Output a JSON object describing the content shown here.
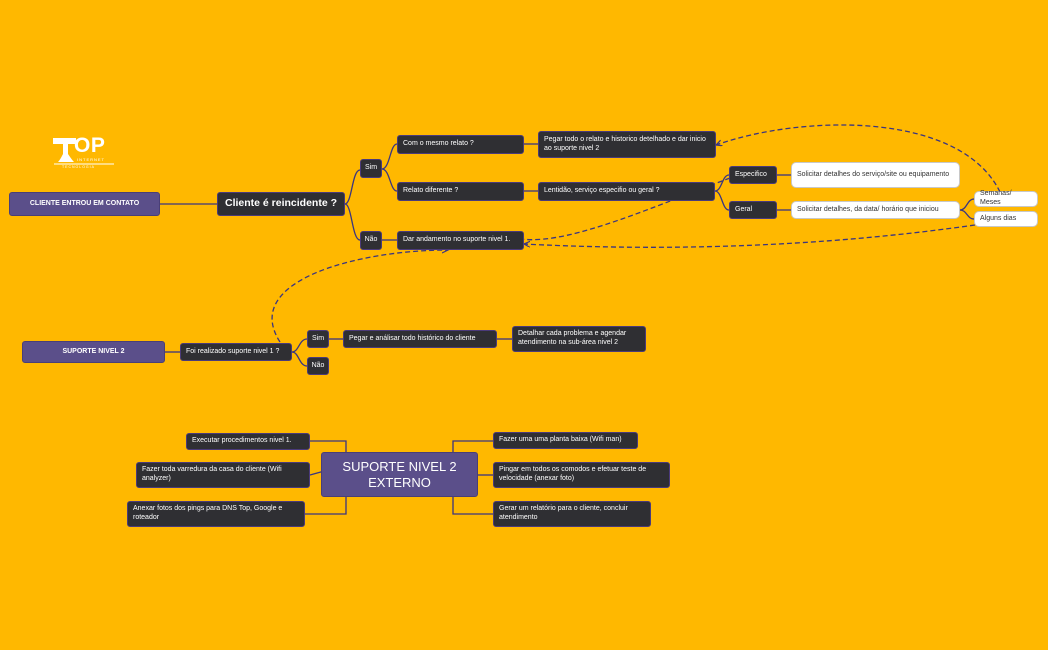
{
  "logo": {
    "main": "OP",
    "sub1": "INTERNET",
    "sub2": "TECNOLOGIA"
  },
  "colors": {
    "background": "#FFB800",
    "node_dark": "#2f2f33",
    "node_purple": "#5b4f8a",
    "line": "#3a3580"
  },
  "map1": {
    "root": "CLIENTE ENTROU EM CONTATO",
    "question": "Cliente é reincidente ?",
    "sim": "Sim",
    "nao": "Não",
    "same_report": "Com o mesmo relato ?",
    "same_report_action": "Pegar todo o relato e historico detelhado e dar inicio ao suporte nivel 2",
    "diff_report": "Relato diferente ?",
    "diff_report_question": "Lentidão, serviço especifio ou geral ?",
    "specific": "Especifico",
    "specific_action": "Solicitar detalhes do serviço/site ou equipamento",
    "general": "Geral",
    "general_action": "Solicitar detalhes, da data/ horário que iniciou",
    "weeks": "Semanas/ Meses",
    "days": "Alguns dias",
    "nao_action": "Dar andamento no suporte nivel 1."
  },
  "map2": {
    "root": "SUPORTE NIVEL 2",
    "question": "Foi realizado suporte nivel 1 ?",
    "sim": "Sim",
    "nao": "Não",
    "sim_action": "Pegar e análisar todo histórico do cliente",
    "detail": "Detalhar cada problema e agendar atendimento na sub-área nivel 2"
  },
  "map3": {
    "center": "SUPORTE NIVEL 2 EXTERNO",
    "left": [
      "Executar procedimentos nivel 1.",
      "Fazer toda varredura da casa do cliente (Wifi analyzer)",
      "Anexar fotos dos pings para DNS Top, Google e roteador"
    ],
    "right": [
      "Fazer uma uma planta baixa (Wifi man)",
      "Pingar em todos os comodos e efetuar teste de velocidade (anexar foto)",
      "Gerar um relatório para o cliente, concluir atendimento"
    ]
  }
}
